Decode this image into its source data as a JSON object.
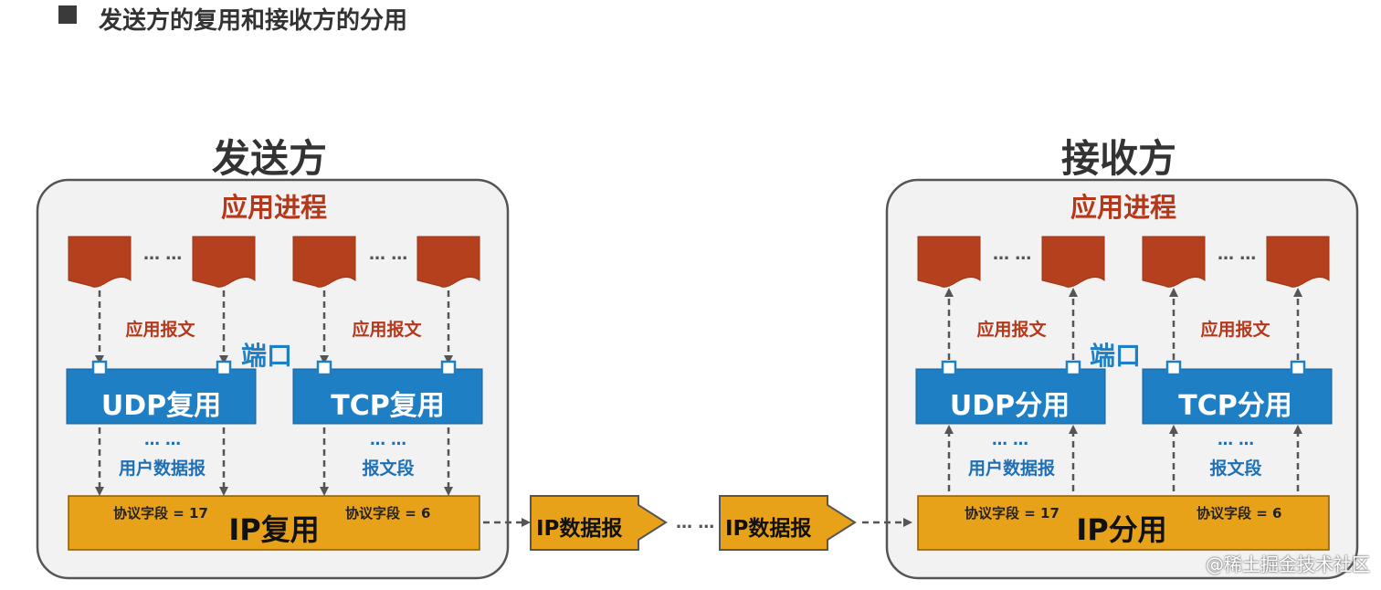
{
  "heading": "发送方的复用和接收方的分用",
  "sender": {
    "title": "发送方",
    "process_label": "应用进程",
    "ellipsis": "… …",
    "app_message_label": "应用报文",
    "port_label": "端口",
    "udp_box": "UDP复用",
    "tcp_box": "TCP复用",
    "user_datagram_label": "用户数据报",
    "segment_label": "报文段",
    "ip_box": "IP复用",
    "proto_udp": "协议字段 = 17",
    "proto_tcp": "协议字段 = 6"
  },
  "receiver": {
    "title": "接收方",
    "process_label": "应用进程",
    "ellipsis": "… …",
    "app_message_label": "应用报文",
    "port_label": "端口",
    "udp_box": "UDP分用",
    "tcp_box": "TCP分用",
    "user_datagram_label": "用户数据报",
    "segment_label": "报文段",
    "ip_box": "IP分用",
    "proto_udp": "协议字段 = 17",
    "proto_tcp": "协议字段 = 6"
  },
  "middle": {
    "datagram_1": "IP数据报",
    "datagram_2": "IP数据报",
    "dots": "… …"
  },
  "watermark": "@稀土掘金技术社区",
  "colors": {
    "panel_bg": "#f2f2f2",
    "panel_border": "#555555",
    "app_doc": "#b5401e",
    "transport_box": "#1f7fc4",
    "ip_box": "#e8a21a",
    "heading_text": "#333333",
    "process_text": "#b5381b",
    "port_text": "#1f7fc4"
  }
}
